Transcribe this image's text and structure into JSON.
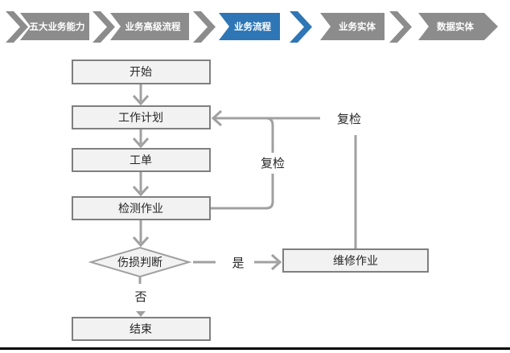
{
  "colors": {
    "nav_gray": "#8C8C8C",
    "nav_blue": "#2E76B6",
    "nav_text": "#FFFFFF",
    "box_fill": "#F2F2F2",
    "box_border": "#7F7F7F",
    "diamond_border": "#A0A0A0",
    "arrow": "#A0A0A0",
    "ink": "#262626",
    "rule": "#000000"
  },
  "nav": {
    "items": [
      {
        "label": "五大业务能力",
        "active": false
      },
      {
        "label": "业务高级流程",
        "active": false
      },
      {
        "label": "业务流程",
        "active": true
      },
      {
        "label": "业务实体",
        "active": false
      },
      {
        "label": "数据实体",
        "active": false
      }
    ]
  },
  "flowchart": {
    "nodes": {
      "start": "开始",
      "plan": "工作计划",
      "order": "工单",
      "inspect": "检测作业",
      "decision": "伤损判断",
      "repair": "维修作业",
      "end": "结束"
    },
    "edge_labels": {
      "recheck_inner": "复检",
      "recheck_outer": "复检",
      "yes": "是",
      "no": "否"
    }
  }
}
